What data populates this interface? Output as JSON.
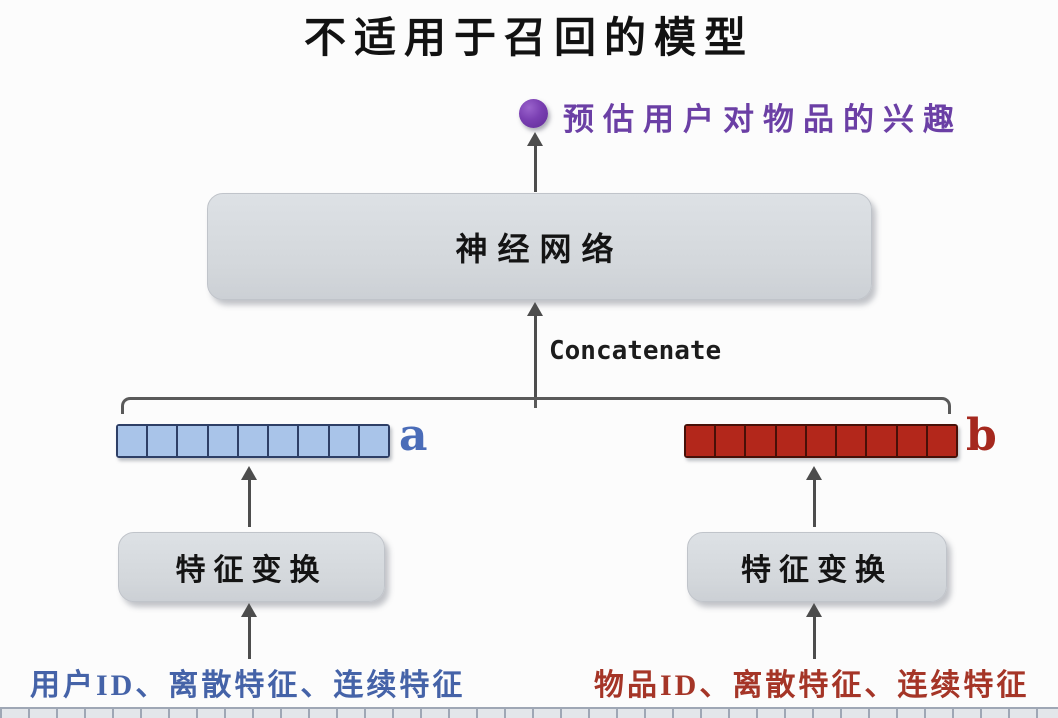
{
  "slide": {
    "title": "不适用于召回的模型"
  },
  "output": {
    "dot_icon": "purple-dot",
    "label": "预估用户对物品的兴趣",
    "color": "#6b3fa5"
  },
  "network": {
    "label": "神经网络"
  },
  "concat": {
    "label": "Concatenate"
  },
  "vectors": {
    "user": {
      "label": "a",
      "cells": 9,
      "fill": "#a9c4e9",
      "border": "#2e3f66",
      "label_color": "#4a6cb8"
    },
    "item": {
      "label": "b",
      "cells": 9,
      "fill": "#b3271b",
      "border": "#471008",
      "label_color": "#a5281e"
    }
  },
  "transforms": {
    "left": {
      "label": "特征变换"
    },
    "right": {
      "label": "特征变换"
    }
  },
  "inputs": {
    "user": {
      "label": "用户ID、离散特征、连续特征",
      "color": "#4563a8"
    },
    "item": {
      "label": "物品ID、离散特征、连续特征",
      "color": "#a53527"
    }
  }
}
